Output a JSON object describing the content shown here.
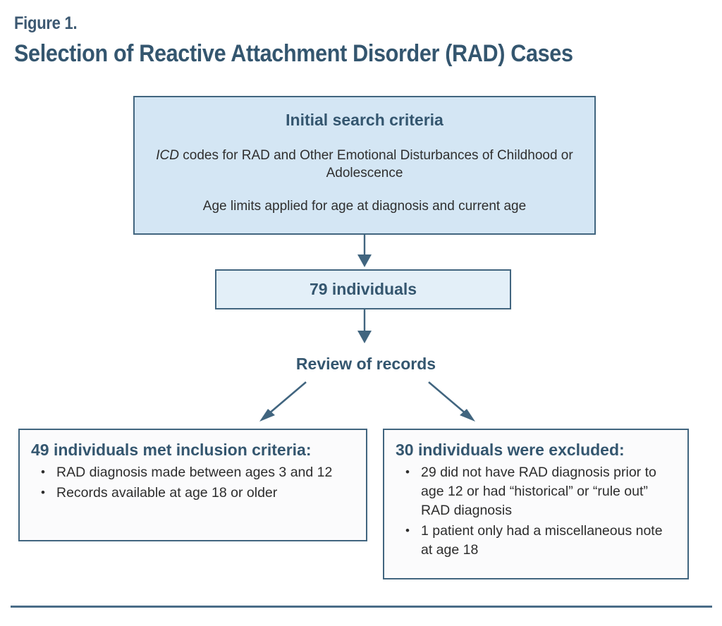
{
  "figure": {
    "label": "Figure 1.",
    "title": "Selection of Reactive Attachment Disorder (RAD) Cases"
  },
  "colors": {
    "accent_dark": "#34566f",
    "border": "#41657f",
    "box_fill_primary": "#d4e6f4",
    "box_fill_secondary": "#e3eff8",
    "box_fill_outcome": "#fbfbfc",
    "body_text": "#2d2d2d",
    "rule": "#4a6c88"
  },
  "flow": {
    "initial_criteria": {
      "heading": "Initial search criteria",
      "line_1_italic_lead": "ICD",
      "line_1_rest": " codes for RAD and Other Emotional Disturbances of Childhood or Adolescence",
      "line_2": "Age limits applied for age at diagnosis and current age"
    },
    "count_box": {
      "label": "79 individuals"
    },
    "review_step": {
      "label": "Review of records"
    },
    "included": {
      "heading": "49 individuals met inclusion criteria:",
      "bullets": [
        "RAD diagnosis made between ages 3 and 12",
        "Records available at age 18 or older"
      ]
    },
    "excluded": {
      "heading": "30 individuals were excluded:",
      "bullets": [
        "29 did not have RAD diagnosis prior to age 12 or had “historical” or “rule out” RAD diagnosis",
        "1 patient only had a miscellaneous note at age 18"
      ]
    }
  },
  "arrows": [
    {
      "name": "arrow-criteria-to-count",
      "direction": "down"
    },
    {
      "name": "arrow-count-to-review",
      "direction": "down"
    },
    {
      "name": "arrow-review-to-included",
      "direction": "down-left"
    },
    {
      "name": "arrow-review-to-excluded",
      "direction": "down-right"
    }
  ]
}
